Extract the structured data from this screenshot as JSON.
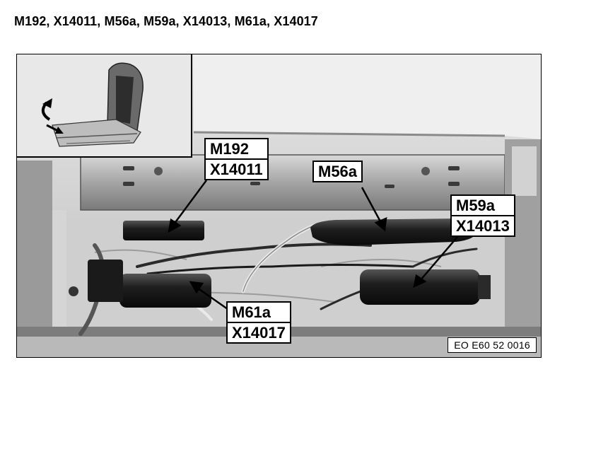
{
  "title": "M192, X14011, M56a, M59a, X14013, M61a, X14017",
  "callouts": {
    "m192": "M192",
    "x14011": "X14011",
    "m56a": "M56a",
    "m59a": "M59a",
    "x14013": "X14013",
    "m61a": "M61a",
    "x14017": "X14017"
  },
  "reference_code": "EO E60 52 0016",
  "inset_icon": "seat-inset-icon"
}
